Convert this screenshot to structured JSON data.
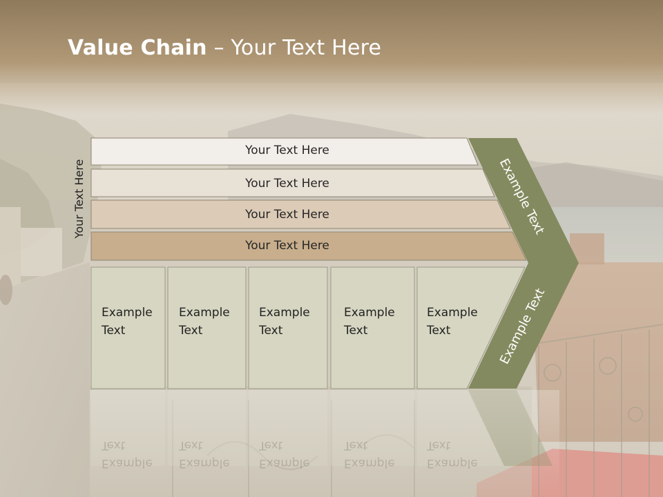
{
  "slide": {
    "title_bold": "Value Chain",
    "title_rest": " – Your Text Here",
    "side_label": "Your Text Here",
    "bars": [
      {
        "label": "Your Text Here",
        "fill": "#f2efea"
      },
      {
        "label": "Your Text Here",
        "fill": "#e8e1d6"
      },
      {
        "label": "Your Text Here",
        "fill": "#dccbb6"
      },
      {
        "label": "Your Text Here",
        "fill": "#c8ae8c"
      }
    ],
    "boxes": [
      {
        "line1": "Example",
        "line2": "Text"
      },
      {
        "line1": "Example",
        "line2": "Text"
      },
      {
        "line1": "Example",
        "line2": "Text"
      },
      {
        "line1": "Example",
        "line2": "Text"
      },
      {
        "line1": "Example",
        "line2": "Text"
      }
    ],
    "chevron_upper": "Example Text",
    "chevron_lower": "Example Text"
  },
  "colors": {
    "header_band": "#a98f6c",
    "chevron_fill": "#848a5f",
    "box_fill": "#d6d6c2",
    "box_stroke": "#9a9a88",
    "bar_stroke": "#8e8674"
  }
}
